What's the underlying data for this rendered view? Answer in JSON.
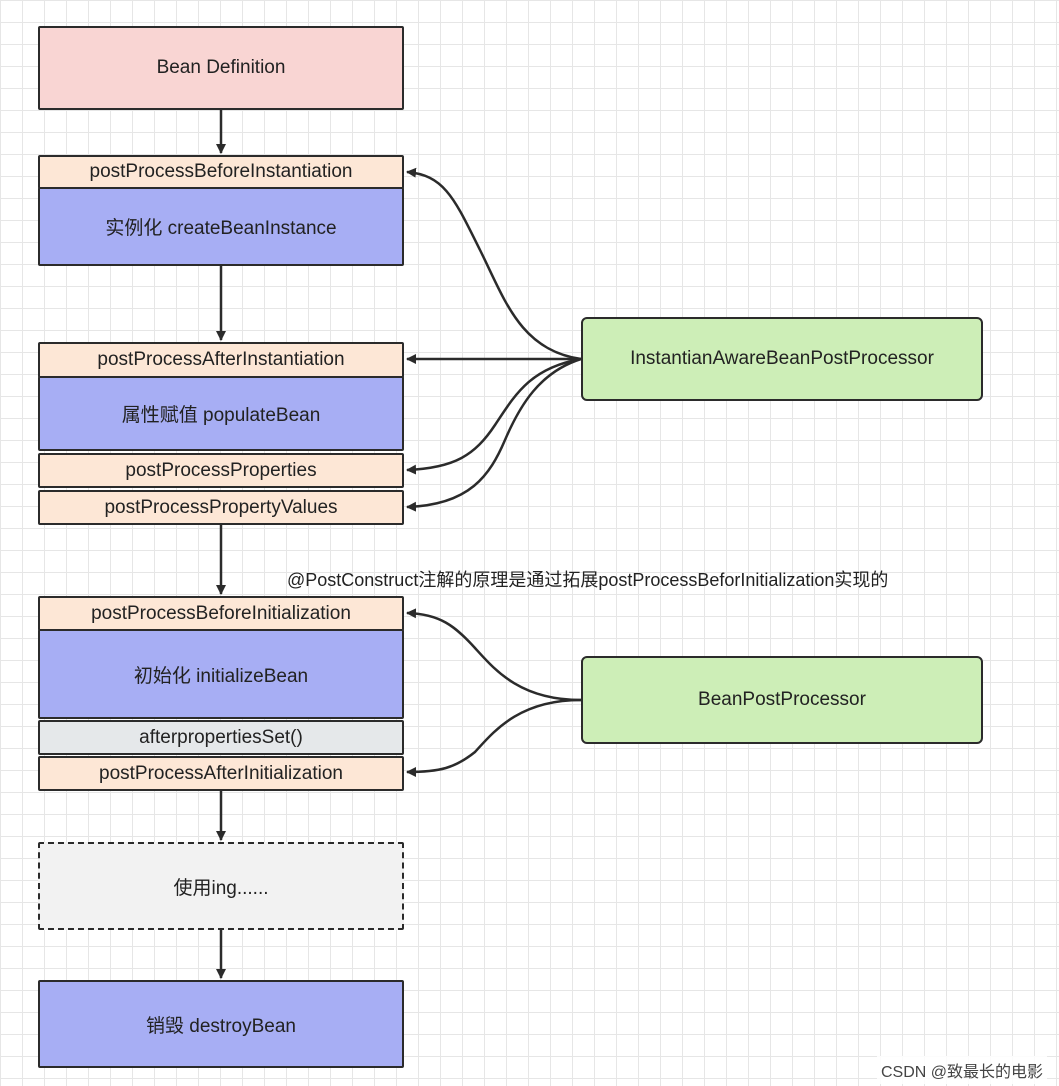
{
  "lifecycle": {
    "bean_definition": "Bean Definition",
    "before_instantiation": "postProcessBeforeInstantiation",
    "create_instance": "实例化 createBeanInstance",
    "after_instantiation": "postProcessAfterInstantiation",
    "populate": "属性赋值 populateBean",
    "post_process_properties": "postProcessProperties",
    "post_process_property_values": "postProcessPropertyValues",
    "before_initialization": "postProcessBeforeInitialization",
    "initialize": "初始化 initializeBean",
    "after_properties_set": "afterpropertiesSet()",
    "after_initialization": "postProcessAfterInitialization",
    "in_use": "使用ing......",
    "destroy": "销毁 destroyBean"
  },
  "processors": {
    "instantiation_aware": "InstantianAwareBeanPostProcessor",
    "bean_post_processor": "BeanPostProcessor"
  },
  "annotation_note": "@PostConstruct注解的原理是通过拓展postProcessBeforInitialization实现的",
  "watermark": "CSDN @致最长的电影",
  "colors": {
    "definition_fill": "#f9d5d3",
    "phase_fill": "#a7aef4",
    "hook_fill": "#fde7d6",
    "processor_fill": "#cdeeb7",
    "usage_fill": "#f2f2f2",
    "callback_fill": "#e5e8ea"
  }
}
